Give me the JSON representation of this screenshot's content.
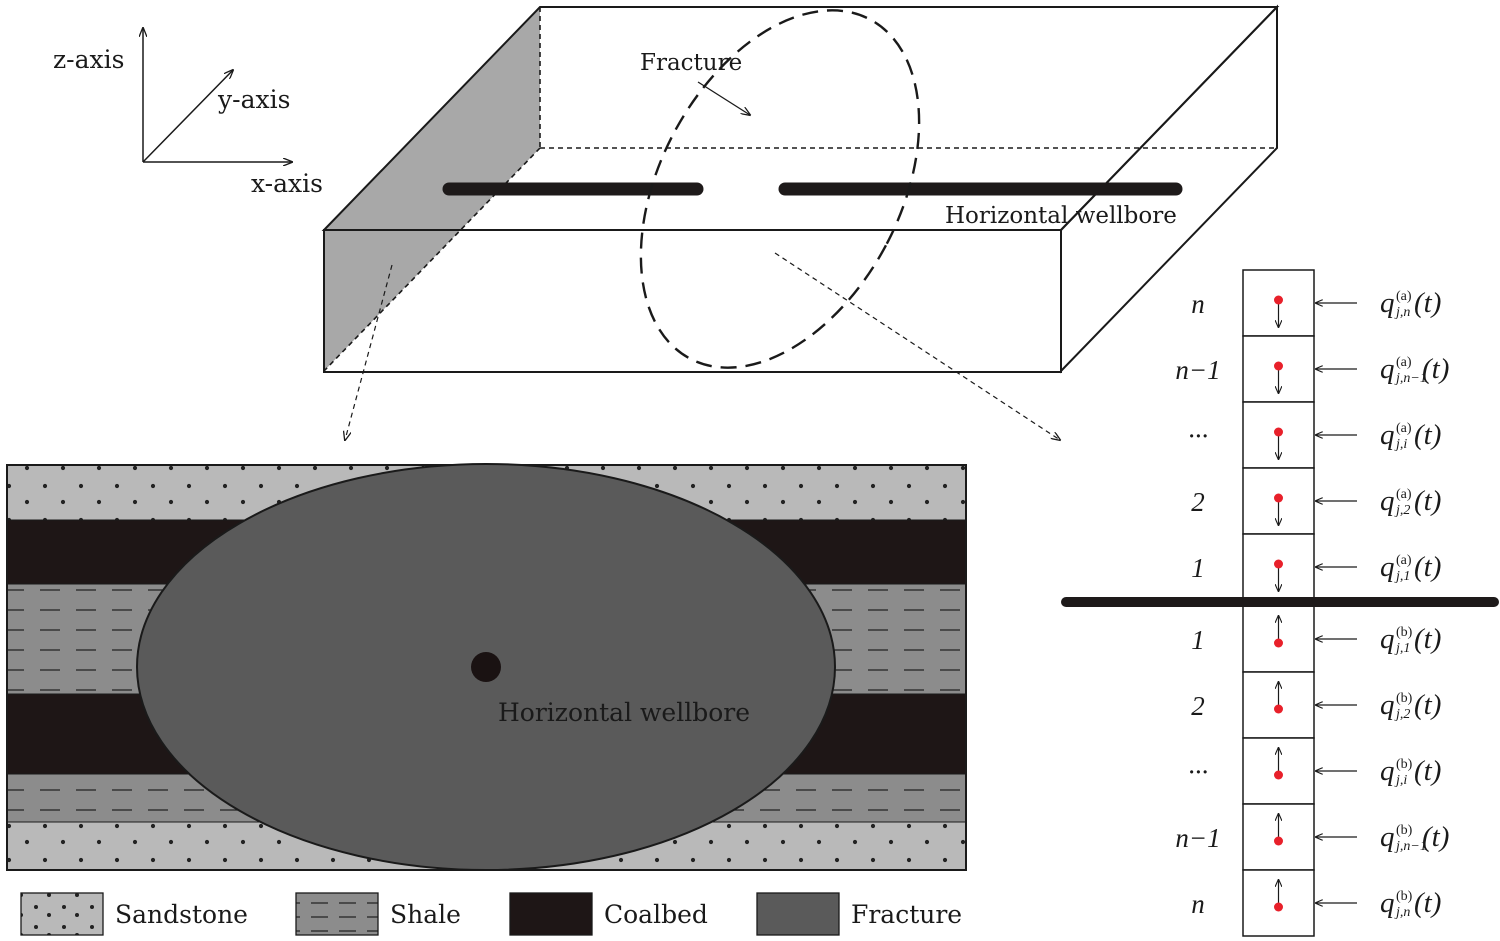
{
  "axes": {
    "z": "z-axis",
    "y": "y-axis",
    "x": "x-axis"
  },
  "labels": {
    "fracture": "Fracture",
    "wellbore_top": "Horizontal wellbore",
    "wellbore_cross": "Horizontal wellbore"
  },
  "legend": [
    {
      "id": "sandstone",
      "label": "Sandstone",
      "color": "#b9b9b9"
    },
    {
      "id": "shale",
      "label": "Shale",
      "color": "#8c8c8c"
    },
    {
      "id": "coalbed",
      "label": "Coalbed",
      "color": "#1e1616"
    },
    {
      "id": "fracture",
      "label": "Fracture",
      "color": "#5a5a5a"
    }
  ],
  "segments_a": [
    {
      "index": "n",
      "sub": "j,n",
      "sup": "(a)"
    },
    {
      "index": "n−1",
      "sub": "j,n−1",
      "sup": "(a)"
    },
    {
      "index": "···",
      "sub": "j,i",
      "sup": "(a)"
    },
    {
      "index": "2",
      "sub": "j,2",
      "sup": "(a)"
    },
    {
      "index": "1",
      "sub": "j,1",
      "sup": "(a)"
    }
  ],
  "segments_b": [
    {
      "index": "1",
      "sub": "j,1",
      "sup": "(b)"
    },
    {
      "index": "2",
      "sub": "j,2",
      "sup": "(b)"
    },
    {
      "index": "···",
      "sub": "j,i",
      "sup": "(b)"
    },
    {
      "index": "n−1",
      "sub": "j,n−1",
      "sup": "(b)"
    },
    {
      "index": "n",
      "sub": "j,n",
      "sup": "(b)"
    }
  ],
  "flux": {
    "symbol": "q",
    "arg": "(t)"
  },
  "colors": {
    "source_point": "#e8202a"
  }
}
